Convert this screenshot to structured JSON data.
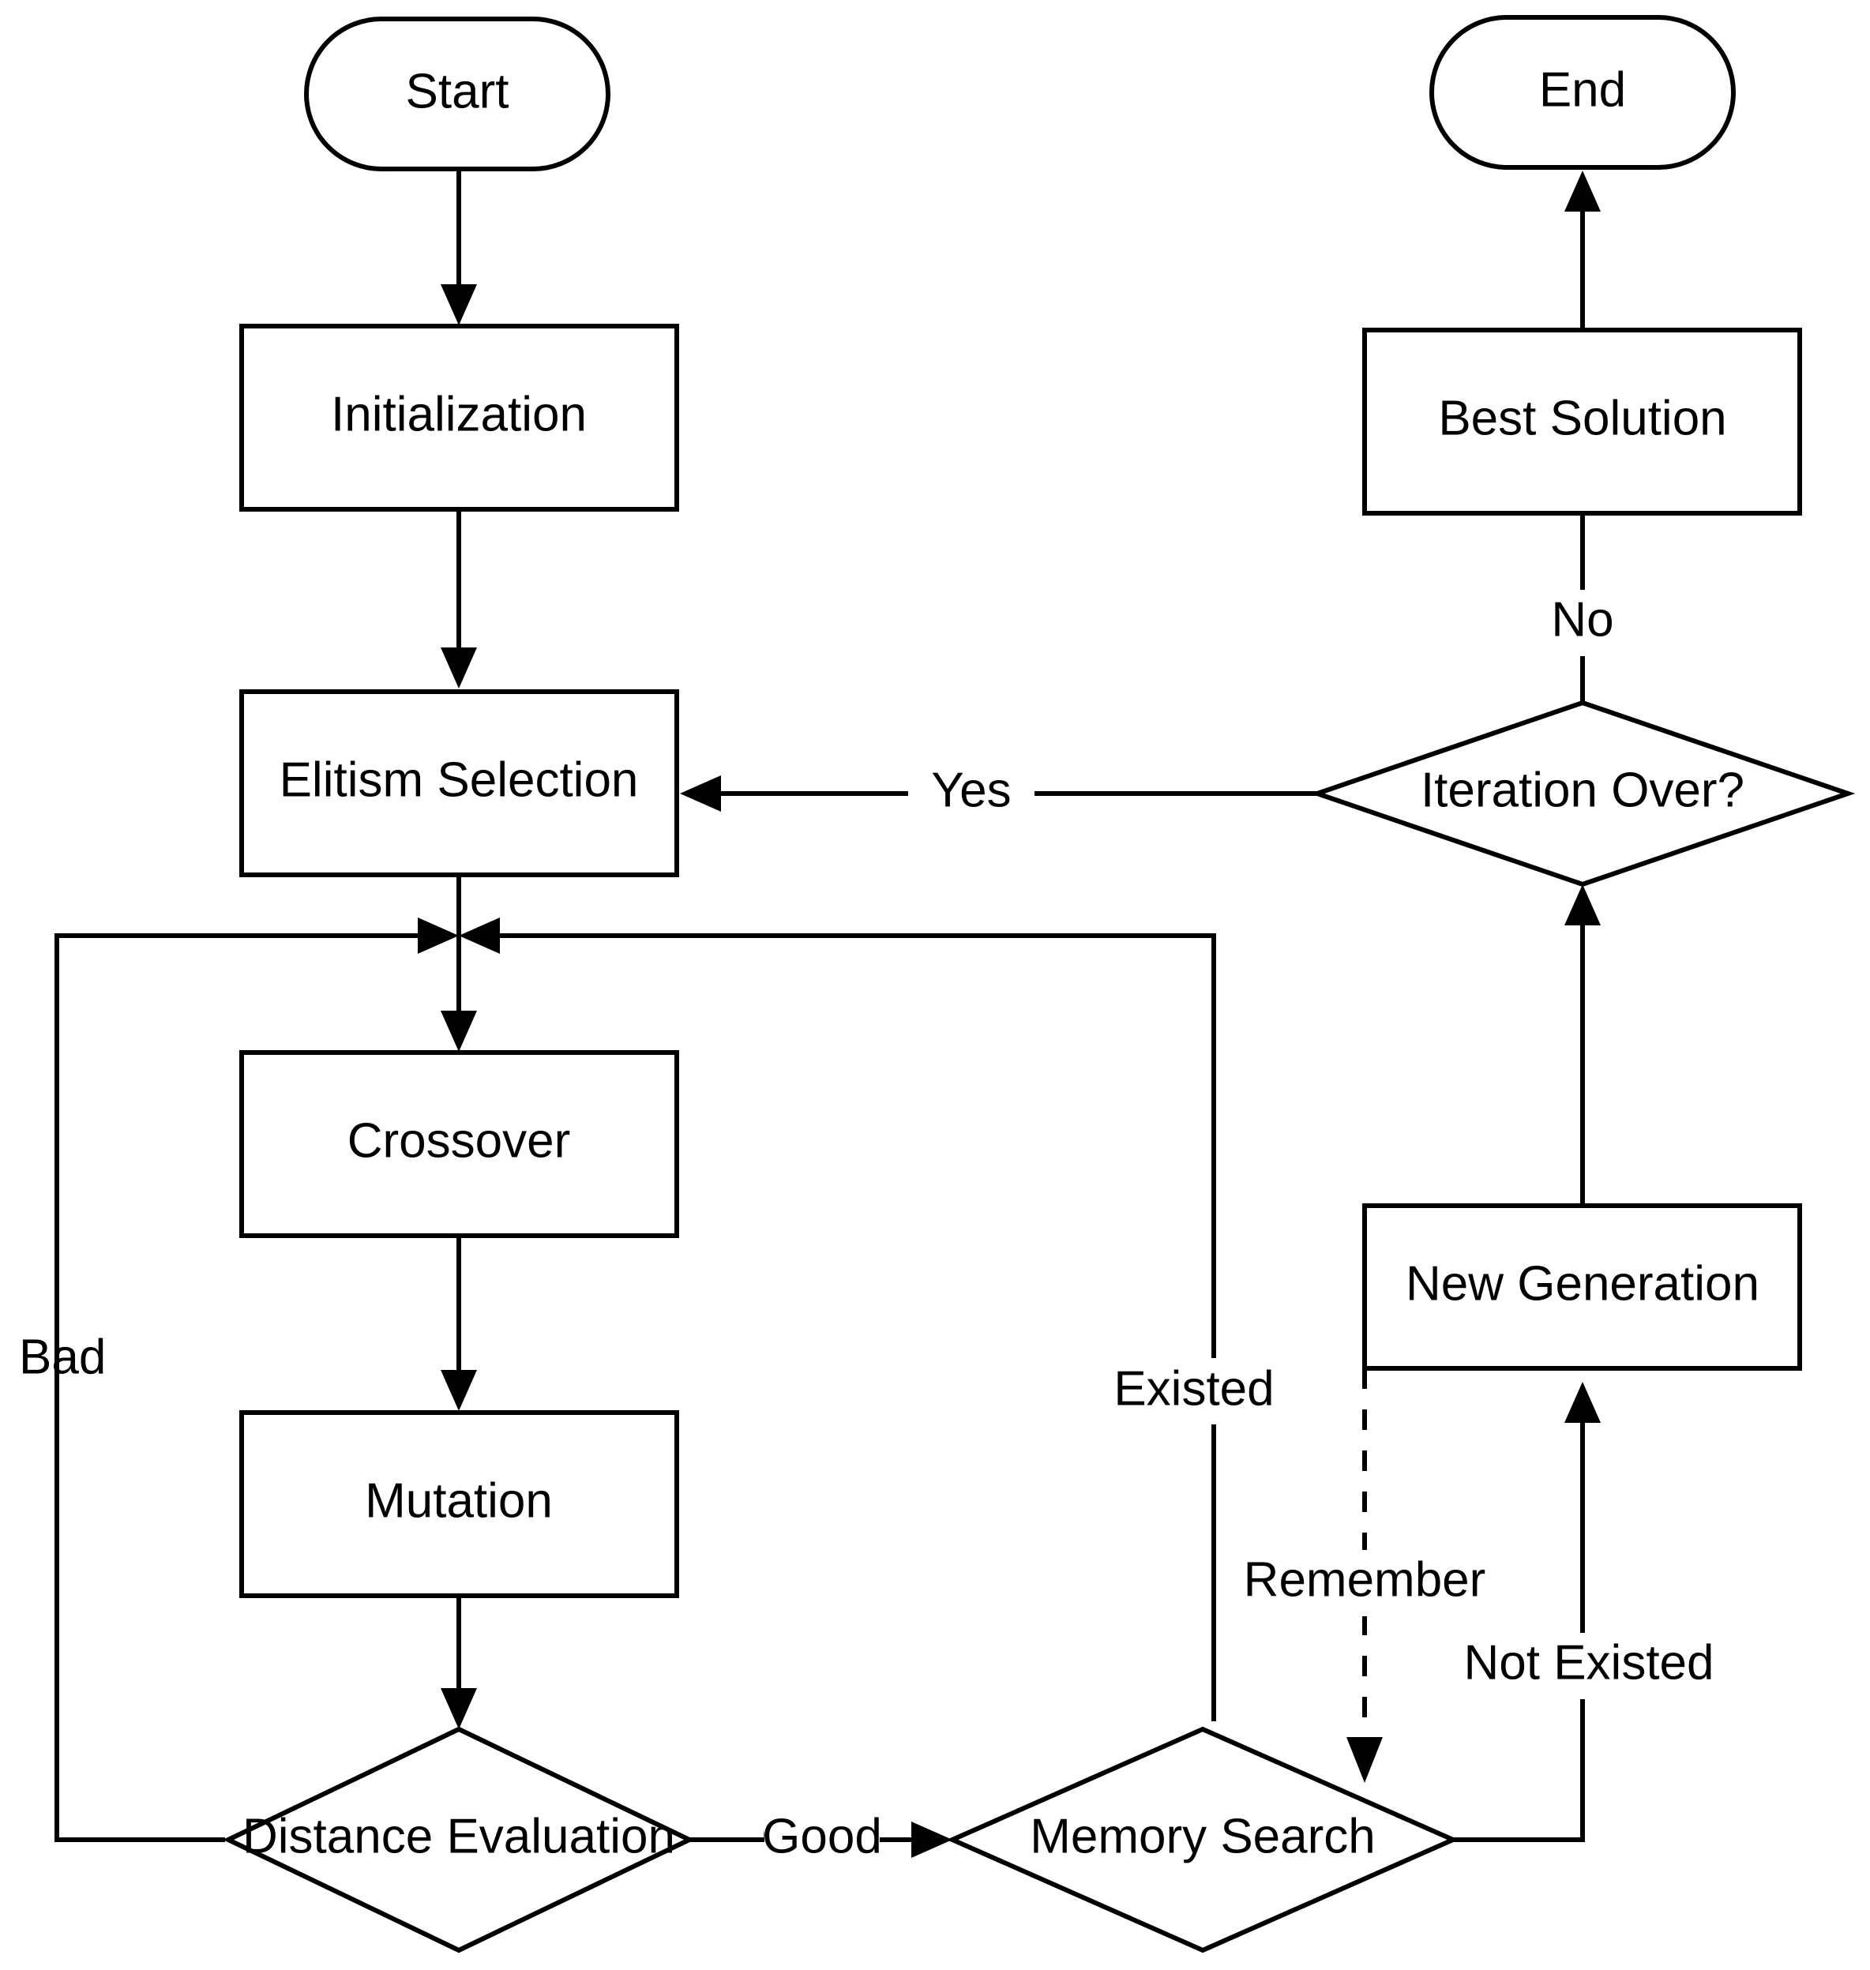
{
  "diagram": {
    "type": "flowchart",
    "title": "Genetic Algorithm with Memory Search Flowchart",
    "orientation": "top-down",
    "background_color": "#ffffff",
    "line_color": "#000000",
    "nodes": [
      {
        "id": "start",
        "label": "Start",
        "shape": "terminator"
      },
      {
        "id": "init",
        "label": "Initialization",
        "shape": "process"
      },
      {
        "id": "elitism",
        "label": "Elitism Selection",
        "shape": "process"
      },
      {
        "id": "crossover",
        "label": "Crossover",
        "shape": "process"
      },
      {
        "id": "mutation",
        "label": "Mutation",
        "shape": "process"
      },
      {
        "id": "distance",
        "label": "Distance Evaluation",
        "shape": "decision"
      },
      {
        "id": "memory",
        "label": "Memory Search",
        "shape": "decision"
      },
      {
        "id": "newgen",
        "label": "New Generation",
        "shape": "process"
      },
      {
        "id": "iteration",
        "label": "Iteration Over?",
        "shape": "decision"
      },
      {
        "id": "best",
        "label": "Best Solution",
        "shape": "process"
      },
      {
        "id": "end",
        "label": "End",
        "shape": "terminator"
      }
    ],
    "edges": [
      {
        "from": "start",
        "to": "init",
        "label": "",
        "style": "solid"
      },
      {
        "from": "init",
        "to": "elitism",
        "label": "",
        "style": "solid"
      },
      {
        "from": "elitism",
        "to": "crossover",
        "label": "",
        "style": "solid"
      },
      {
        "from": "crossover",
        "to": "mutation",
        "label": "",
        "style": "solid"
      },
      {
        "from": "mutation",
        "to": "distance",
        "label": "",
        "style": "solid"
      },
      {
        "from": "distance",
        "to": "crossover",
        "label": "Bad",
        "style": "solid"
      },
      {
        "from": "distance",
        "to": "memory",
        "label": "Good",
        "style": "solid"
      },
      {
        "from": "memory",
        "to": "crossover",
        "label": "Existed",
        "style": "solid"
      },
      {
        "from": "memory",
        "to": "newgen",
        "label": "Not Existed",
        "style": "solid"
      },
      {
        "from": "newgen",
        "to": "memory",
        "label": "Remember",
        "style": "dashed"
      },
      {
        "from": "newgen",
        "to": "iteration",
        "label": "",
        "style": "solid"
      },
      {
        "from": "iteration",
        "to": "elitism",
        "label": "Yes",
        "style": "solid"
      },
      {
        "from": "iteration",
        "to": "best",
        "label": "No",
        "style": "solid"
      },
      {
        "from": "best",
        "to": "end",
        "label": "",
        "style": "solid"
      }
    ],
    "edge_labels": {
      "bad": "Bad",
      "good": "Good",
      "existed": "Existed",
      "not_existed": "Not Existed",
      "remember": "Remember",
      "yes": "Yes",
      "no": "No"
    }
  }
}
